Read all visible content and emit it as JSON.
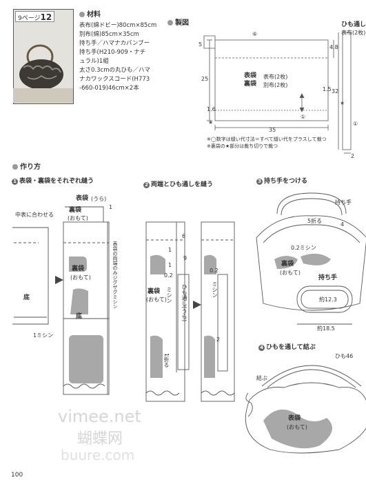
{
  "page_ref": {
    "label": "9ページ",
    "number": "12"
  },
  "materials": {
    "heading": "材料",
    "lines": [
      "表布(綿ドビー)80cm×85cm",
      "別布(綿)85cm×35cm",
      "持ち手／ハマナカバンブー",
      "持ち手(H210-909・ナチ",
      "ュラル)1組",
      "太さ0.3cmの丸ひも／ハマ",
      "ナカワックスコード(H773",
      "-660-019)46cm×2本"
    ]
  },
  "pattern": {
    "heading": "製図",
    "labels": {
      "top_circle": "⑥",
      "side_circle": "①",
      "left_5": "5",
      "seam_48": "4.8",
      "height_25": "25",
      "omote": "表袋",
      "ura": "裏袋",
      "omote_fabric": "表布(2枚)",
      "ura_fabric": "別布(2枚)",
      "width_35": "35",
      "circ_16": "1.6",
      "circ_15": "1.5"
    },
    "notes": [
      "※◯数字は縫い代寸法＝すべて縫い代をプラスして裁つ",
      "※裏袋の★部分は裁ち切りで裁つ"
    ]
  },
  "cord_piece": {
    "title": "ひも通し",
    "fabric": "表布(2枚)",
    "length": "32",
    "width": "2",
    "circle": "①"
  },
  "howto": {
    "heading": "作り方",
    "step1": {
      "num": "1",
      "title": "表袋・裏袋をそれぞれ縫う",
      "labels": {
        "omote_top": "表袋",
        "ura_note": "(うら)",
        "ura": "裏袋",
        "omote_note": "(おもて)",
        "center": "中表に合わせる",
        "sewn": "表袋の両端のみジグザグミシン",
        "bottom": "底",
        "one_machine": "1ミシン",
        "one": "1",
        "ura_mid": "裏袋",
        "omote_mid": "(おもて)",
        "bottom2": "底"
      }
    },
    "step2": {
      "num": "2",
      "title": "両端とひも通しを縫う",
      "labels": {
        "six": "6",
        "nine": "9",
        "one_a": "1",
        "one_b": "1",
        "pt2": "0.2",
        "machine": "ミシン",
        "ura": "裏袋",
        "omote": "(おもて)",
        "cord": "ひも通し(うら)",
        "pt2b": "0.2",
        "machine2": "ミシン",
        "fold": "1折る",
        "two": "2"
      }
    },
    "step3": {
      "num": "3",
      "title": "持ち手をつける",
      "labels": {
        "handle": "持ち手",
        "fold5": "5折る",
        "four": "4",
        "pt2": "0.2ミシン",
        "ura": "裏袋",
        "omote": "(おもて)",
        "handle2": "持ち手",
        "inner": "約12.3",
        "outer": "約18.5"
      }
    },
    "step4": {
      "num": "4",
      "title": "ひもを通して結ぶ",
      "labels": {
        "cord": "ひも46",
        "tie": "結ぶ",
        "omote": "表袋",
        "omote_note": "(おもて)"
      }
    }
  },
  "watermark": {
    "line1": "vimee.net",
    "line2": "蝴蝶网",
    "line3": "buure.com"
  },
  "page_number": "100"
}
